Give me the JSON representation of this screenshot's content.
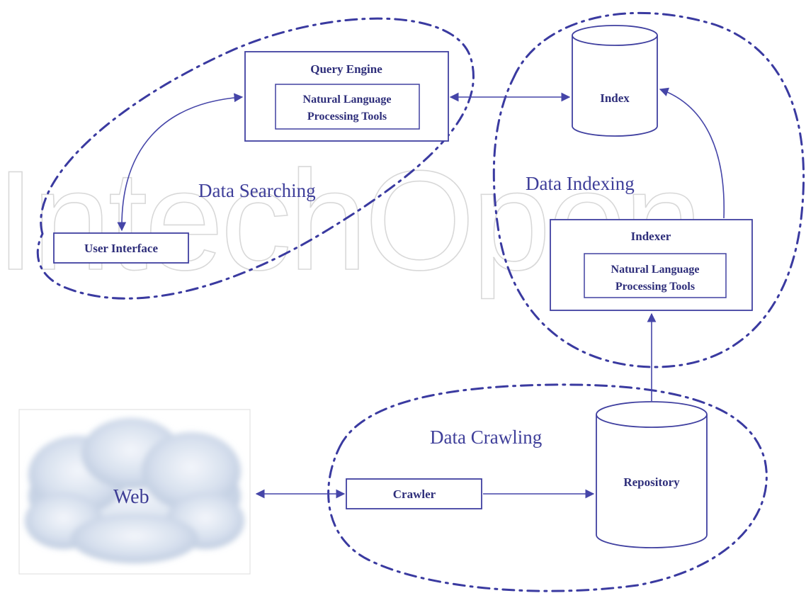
{
  "watermark": "IntechOpen",
  "regions": {
    "searching": "Data Searching",
    "indexing": "Data Indexing",
    "crawling": "Data Crawling"
  },
  "nodes": {
    "query_engine": {
      "title": "Query Engine",
      "inner_line1": "Natural Language",
      "inner_line2": "Processing Tools"
    },
    "user_interface": "User Interface",
    "index": "Index",
    "indexer": {
      "title": "Indexer",
      "inner_line1": "Natural Language",
      "inner_line2": "Processing Tools"
    },
    "repository": "Repository",
    "crawler": "Crawler",
    "web": "Web"
  },
  "colors": {
    "stroke": "#4040a0",
    "text": "#2e2e7a",
    "region_label": "#3f3f9a",
    "watermark": "#d8d8d8"
  }
}
